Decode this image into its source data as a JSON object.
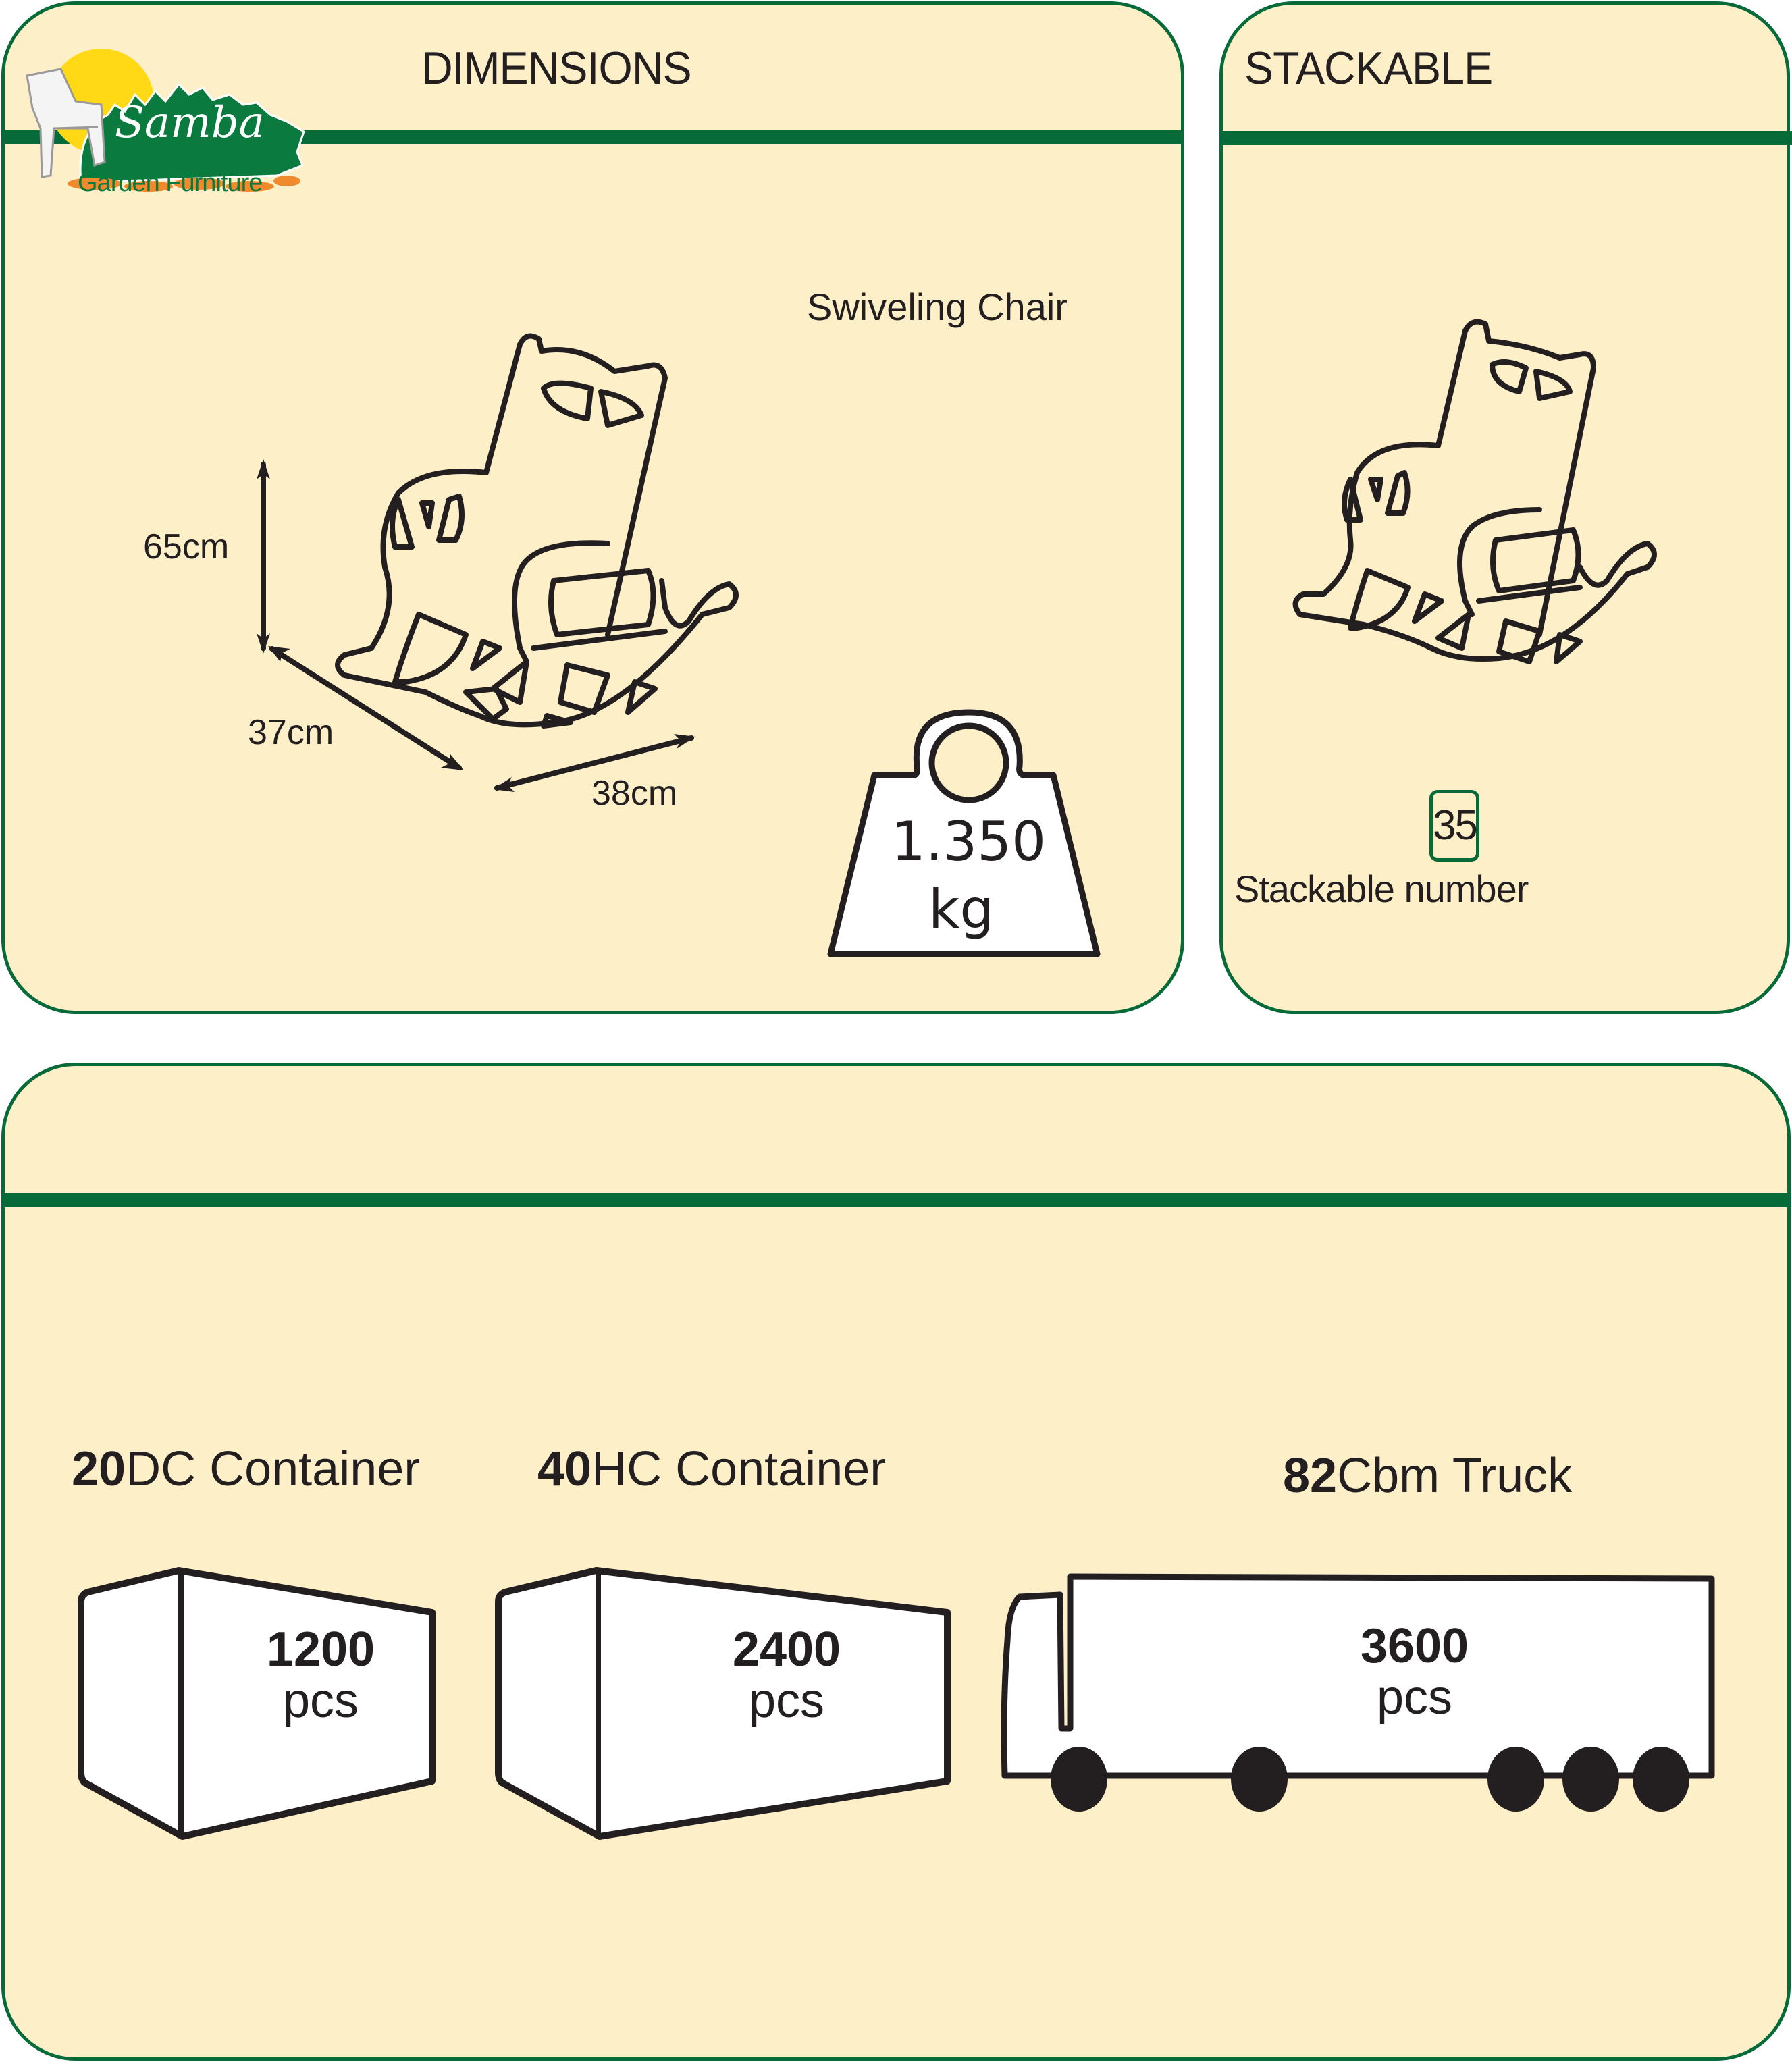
{
  "brand": {
    "name": "Samba",
    "tagline": "Garden Furniture"
  },
  "dimensions_panel": {
    "title": "DIMENSIONS",
    "product_name": "Swiveling Chair",
    "height": "65cm",
    "depth": "37cm",
    "width": "38cm",
    "weight_value": "1.350",
    "weight_unit": "kg"
  },
  "stackable_panel": {
    "title": "STACKABLE",
    "stack_count": "35",
    "stack_label": "Stackable number"
  },
  "loading_panel": {
    "items": [
      {
        "bold": "20",
        "rest": "DC Container",
        "count": "1200",
        "unit": "pcs",
        "icon": "container-20dc-icon"
      },
      {
        "bold": "40",
        "rest": "HC Container",
        "count": "2400",
        "unit": "pcs",
        "icon": "container-40hc-icon"
      },
      {
        "bold": "82",
        "rest": "Cbm Truck",
        "count": "3600",
        "unit": "pcs",
        "icon": "truck-icon"
      }
    ]
  },
  "colors": {
    "panel_bg": "#fdefc8",
    "accent_green": "#066a39",
    "ink": "#231f20",
    "sun_yellow": "#ffd916",
    "stone_orange": "#f08a2c"
  }
}
